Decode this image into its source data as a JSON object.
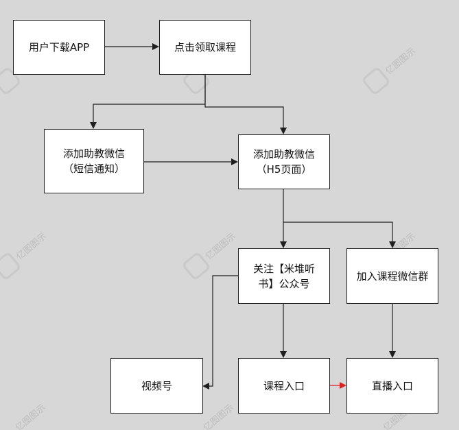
{
  "nodes": [
    {
      "id": "user-download-app",
      "label": "用户下载APP"
    },
    {
      "id": "claim-course",
      "label": "点击领取课程"
    },
    {
      "id": "add-assistant-sms",
      "label": "添加助教微信\n（短信通知）"
    },
    {
      "id": "add-assistant-h5",
      "label": "添加助教微信\n（H5页面）"
    },
    {
      "id": "follow-account",
      "label": "关注【米堆听\n书】公众号"
    },
    {
      "id": "join-course-group",
      "label": "加入课程微信群"
    },
    {
      "id": "video-account",
      "label": "视频号"
    },
    {
      "id": "course-entry",
      "label": "课程入口"
    },
    {
      "id": "live-entry",
      "label": "直播入口"
    }
  ],
  "edges": [
    {
      "from": "user-download-app",
      "to": "claim-course"
    },
    {
      "from": "claim-course",
      "to": "add-assistant-sms"
    },
    {
      "from": "claim-course",
      "to": "add-assistant-h5"
    },
    {
      "from": "add-assistant-sms",
      "to": "add-assistant-h5"
    },
    {
      "from": "add-assistant-h5",
      "to": "follow-account"
    },
    {
      "from": "add-assistant-h5",
      "to": "join-course-group"
    },
    {
      "from": "follow-account",
      "to": "video-account"
    },
    {
      "from": "follow-account",
      "to": "course-entry"
    },
    {
      "from": "join-course-group",
      "to": "live-entry"
    },
    {
      "from": "course-entry",
      "to": "live-entry",
      "color": "#e02020"
    }
  ],
  "watermark": {
    "text": "亿图图示",
    "color": "#bdbdbd"
  }
}
